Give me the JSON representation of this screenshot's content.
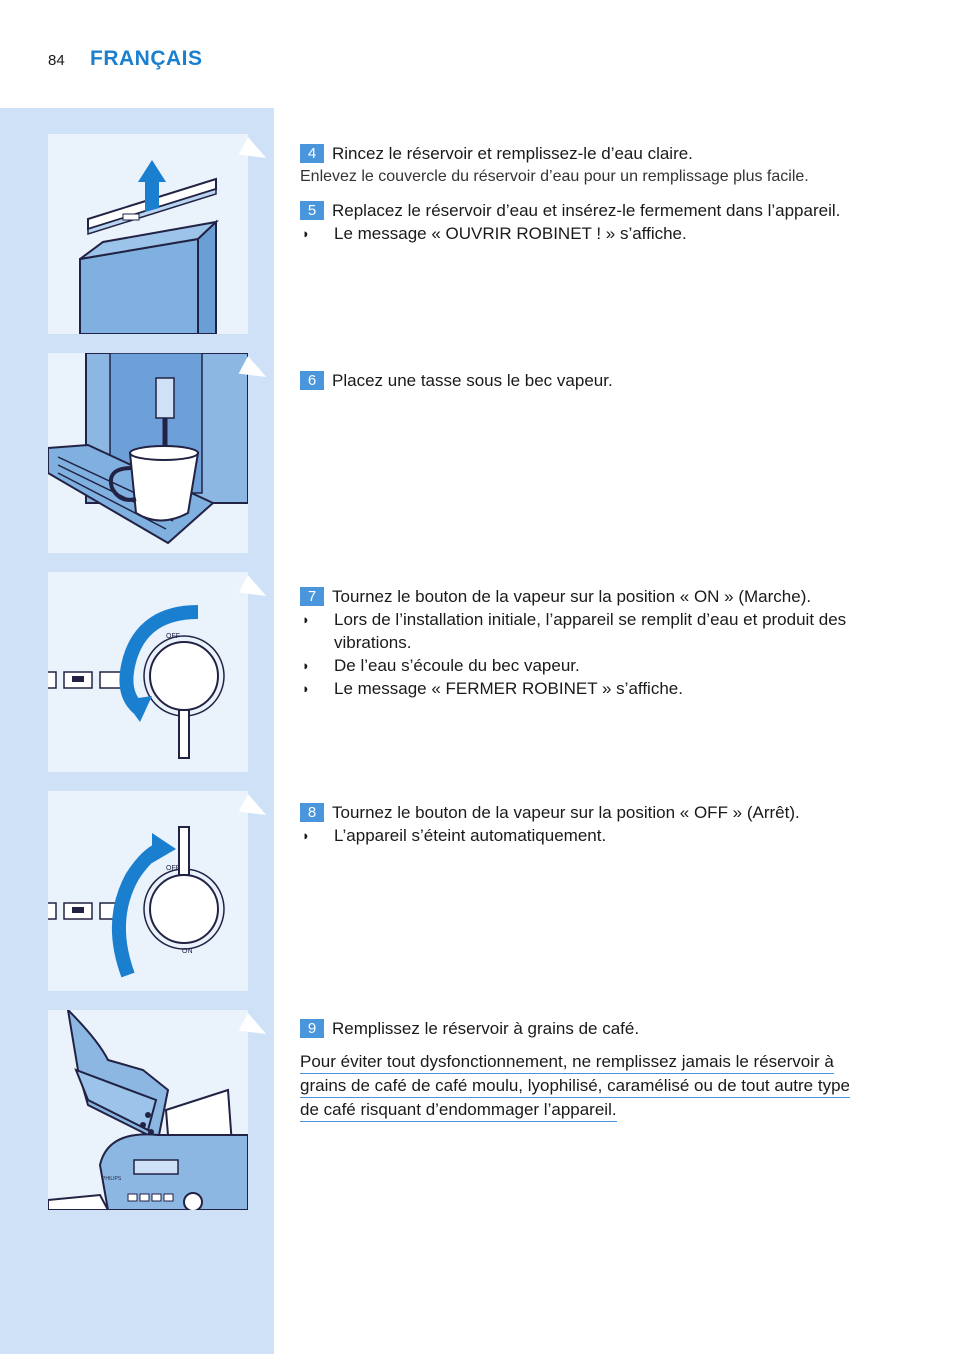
{
  "header": {
    "page_number": "84",
    "language": "FRANÇAIS"
  },
  "steps": [
    {
      "num": "4",
      "text": "Rincez le réservoir et remplissez-le d’eau claire.",
      "note": "Enlevez le couvercle du réservoir d’eau pour un remplissage plus facile."
    },
    {
      "num": "5",
      "text": "Replacez le réservoir d’eau et insérez-le fermement dans l’appareil.",
      "bullets": [
        "Le message « OUVRIR ROBINET ! » s’affiche."
      ]
    },
    {
      "num": "6",
      "text": "Placez une tasse sous le bec vapeur."
    },
    {
      "num": "7",
      "text": "Tournez le bouton de la vapeur sur la position « ON » (Marche).",
      "bullets": [
        "Lors de l’installation initiale, l’appareil se remplit d’eau et produit des vibrations.",
        "De l’eau s’écoule du bec vapeur.",
        "Le message « FERMER ROBINET » s’affiche."
      ]
    },
    {
      "num": "8",
      "text": "Tournez le bouton de la vapeur sur la position « OFF » (Arrêt).",
      "bullets": [
        "L’appareil s’éteint automatiquement."
      ]
    },
    {
      "num": "9",
      "text": "Remplissez le réservoir à grains de café."
    }
  ],
  "bullet_symbol": "◗",
  "warning": {
    "lines": [
      "Pour éviter tout dysfonctionnement, ne remplissez jamais le réservoir à",
      "grains de café de café moulu, lyophilisé, caramélisé ou de tout autre type",
      "de café risquant d’endommager l’appareil."
    ]
  },
  "dial": {
    "off_label": "OFF",
    "on_label": "ON"
  },
  "brand": "PHILIPS",
  "colors": {
    "accent": "#1b7fcf",
    "badge": "#4a96dc",
    "sidebar": "#cfe1f6",
    "panel": "#eaf2fb"
  }
}
